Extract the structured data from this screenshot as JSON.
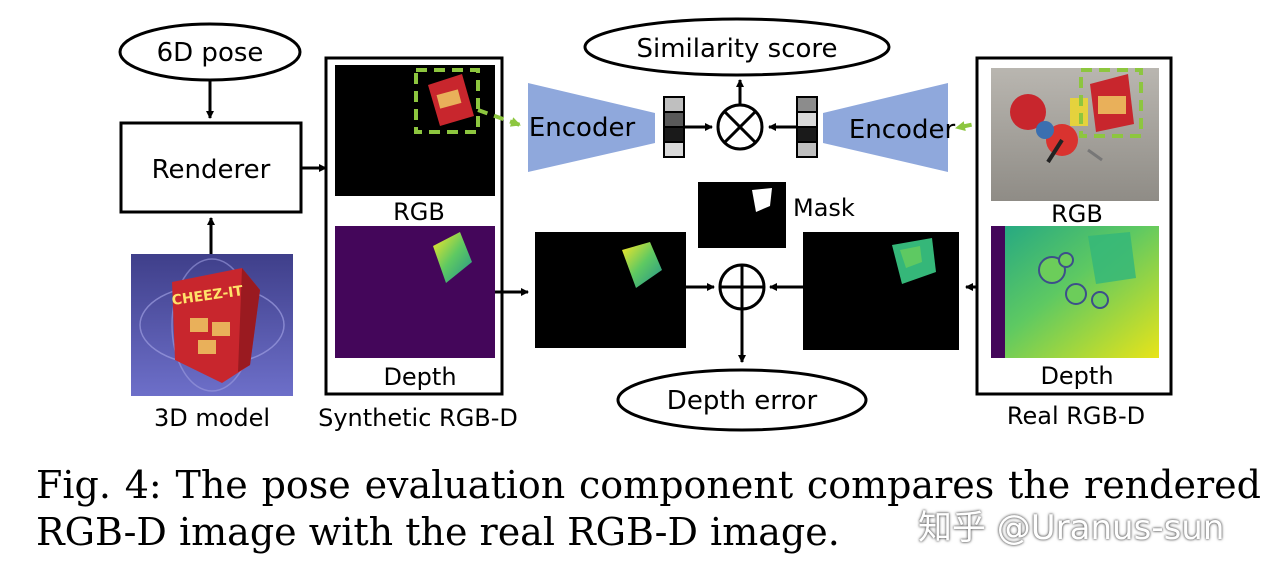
{
  "nodes": {
    "pose": "6D pose",
    "renderer": "Renderer",
    "model3d": "3D model",
    "synthetic_group": "Synthetic RGB-D",
    "synthetic_rgb": "RGB",
    "synthetic_depth": "Depth",
    "encoder_left": "Encoder",
    "encoder_right": "Encoder",
    "similarity": "Similarity score",
    "mask": "Mask",
    "depth_error": "Depth error",
    "real_group": "Real RGB-D",
    "real_rgb": "RGB",
    "real_depth": "Depth",
    "cheezit_label": "CHEEZ-IT"
  },
  "caption": {
    "line1_words": [
      "Fig.",
      "4:",
      "The",
      "pose",
      "evaluation",
      "component",
      "compares",
      "the",
      "rendered"
    ],
    "line2": "RGB-D image with the real RGB-D image."
  },
  "watermark": "知乎 @Uranus-sun",
  "colors": {
    "encoder": "#8fa8dc",
    "green_dash": "#8dc63f",
    "depth_bg": "#44065a",
    "model_bg": "#5e5fb0"
  }
}
